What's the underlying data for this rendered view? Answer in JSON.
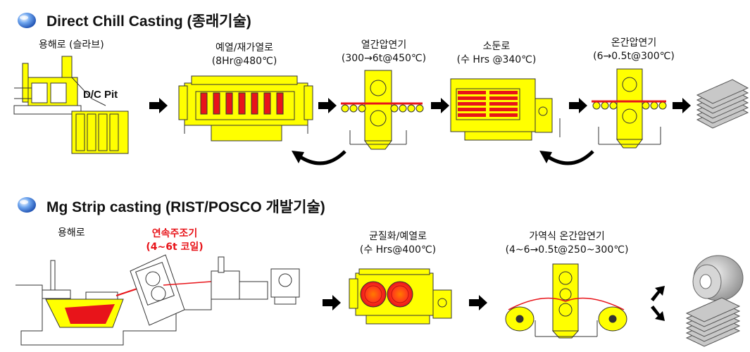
{
  "section1": {
    "title": "Direct Chill Casting (종래기술)",
    "steps": {
      "melting": "용해로 (슬라브)",
      "pit": "D/C Pit",
      "preheat": {
        "name": "예열/재가열로",
        "cond": "(8Hr@480℃)"
      },
      "hot_roll": {
        "name": "열간압연기",
        "cond": "(300→6t@450℃)"
      },
      "anneal": {
        "name": "소둔로",
        "cond": "(수 Hrs @340℃)"
      },
      "warm_roll": {
        "name": "온간압연기",
        "cond": "(6→0.5t@300℃)"
      }
    }
  },
  "section2": {
    "title": "Mg Strip casting (RIST/POSCO 개발기술)",
    "steps": {
      "melting": "용해로",
      "caster": {
        "name": "연속주조기",
        "cond": "(4~6t 코일)"
      },
      "homog": {
        "name": "균질화/예열로",
        "cond": "(수 Hrs@400℃)"
      },
      "roll": {
        "name": "가역식 온간압연기",
        "cond": "(4~6→0.5t@250~300℃)"
      }
    }
  },
  "colors": {
    "machine": "#ffff00",
    "heat": "#e8141a",
    "strip": "#e8141a",
    "outline": "#333333",
    "bullet": "#2f6fd0"
  }
}
